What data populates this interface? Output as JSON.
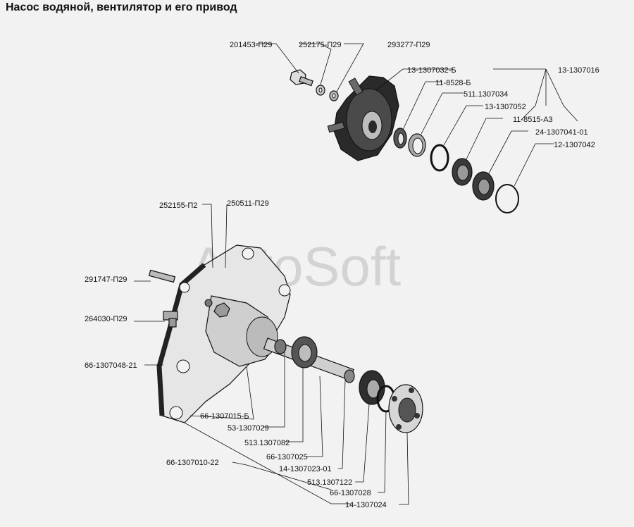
{
  "title": "Насос водяной, вентилятор и его привод",
  "watermark": "AutoSoft",
  "labels": {
    "p201453": "201453-П29",
    "p252175": "252175-П29",
    "p293277": "293277-П29",
    "p13_1307032b": "13-1307032-Б",
    "p13_1307016": "13-1307016",
    "p11_8528b": "11-8528-Б",
    "p511_1307034": "511.1307034",
    "p13_1307052": "13-1307052",
    "p11_8515a3": "11-8515-А3",
    "p24_1307041_01": "24-1307041-01",
    "p12_1307042": "12-1307042",
    "p252155": "252155-П2",
    "p250511": "250511-П29",
    "p291747": "291747-П29",
    "p264030": "264030-П29",
    "p66_1307048_21": "66-1307048-21",
    "p66_1307015b": "66-1307015-Б",
    "p53_1307029": "53-1307029",
    "p513_1307082": "513.1307082",
    "p66_1307025": "66-1307025",
    "p14_1307023_01": "14-1307023-01",
    "p66_1307010_22": "66-1307010-22",
    "p513_1307122": "513.1307122",
    "p66_1307028": "66-1307028",
    "p14_1307024": "14-1307024"
  }
}
